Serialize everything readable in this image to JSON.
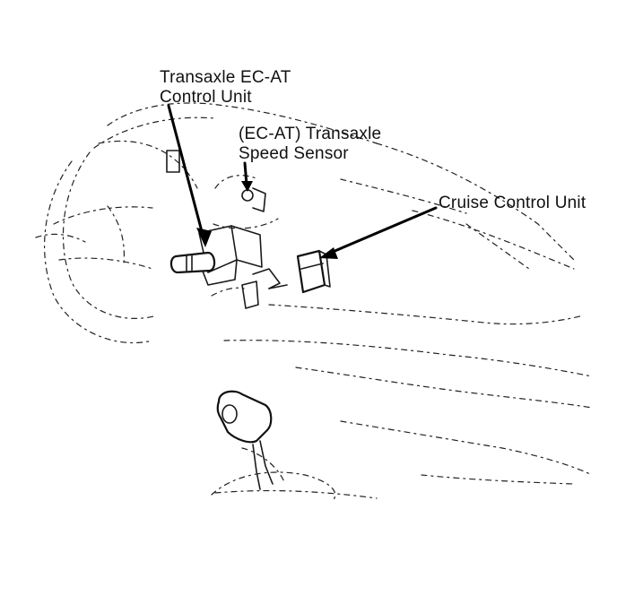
{
  "diagram": {
    "callouts": {
      "ecat_control_unit": {
        "line1": "Transaxle EC-AT",
        "line2": "Control Unit"
      },
      "speed_sensor": {
        "line1": "(EC-AT) Transaxle",
        "line2": "Speed Sensor"
      },
      "cruise_control_unit": {
        "line1": "Cruise Control Unit"
      }
    },
    "colors": {
      "ink": "#111111",
      "background": "#ffffff"
    }
  }
}
